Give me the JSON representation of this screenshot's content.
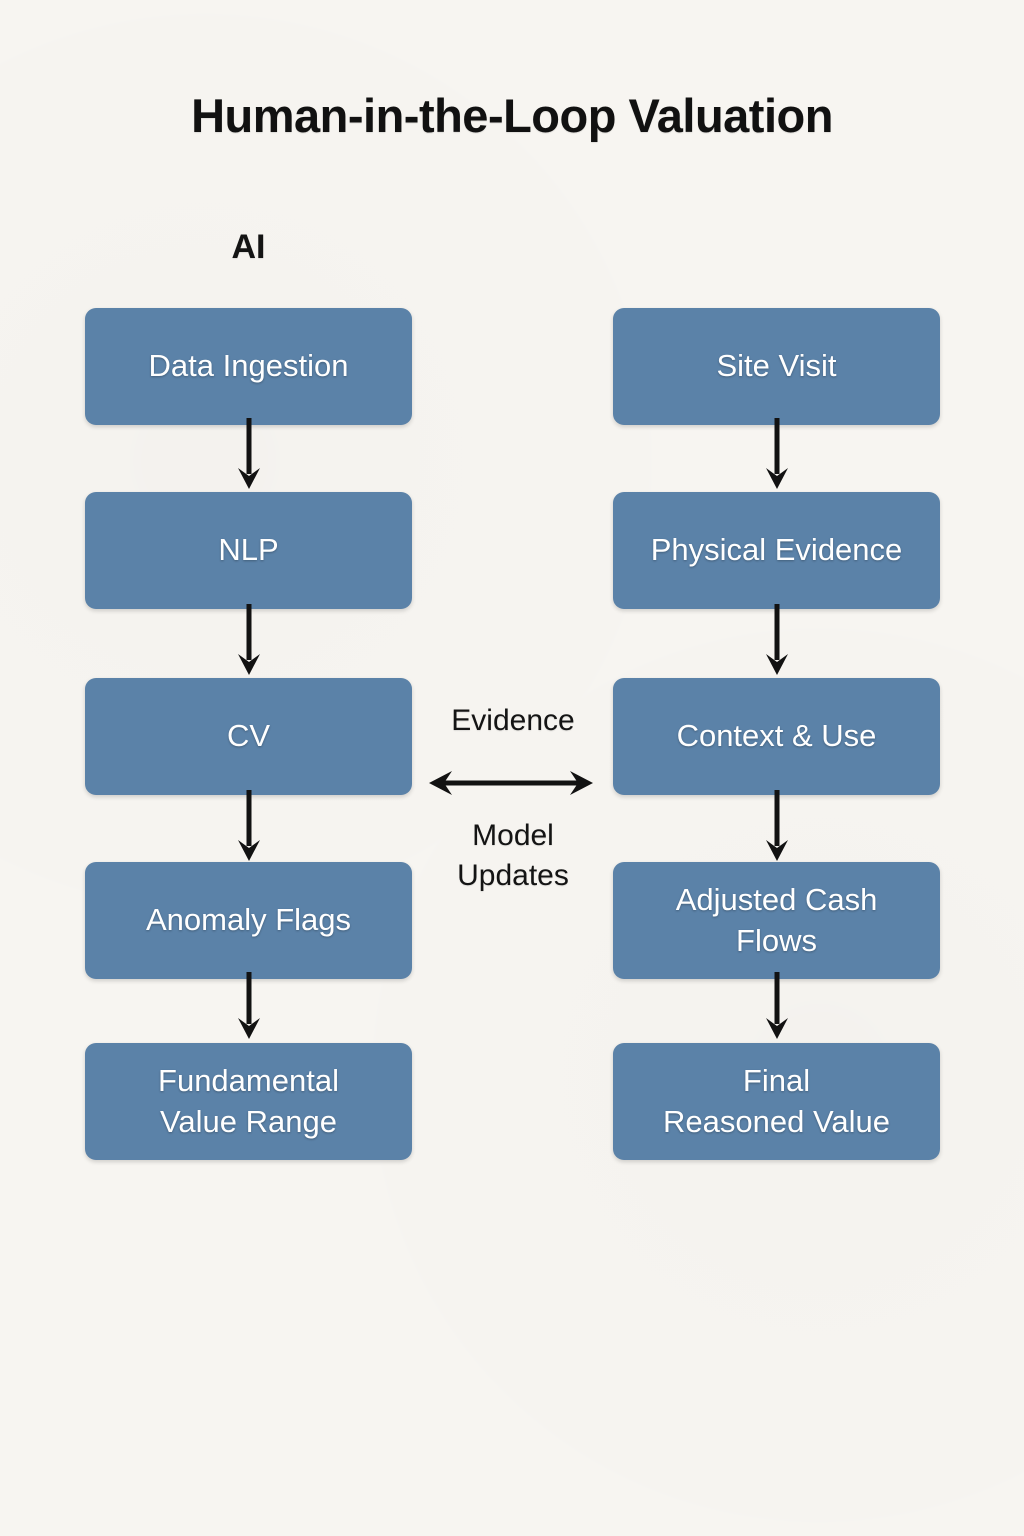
{
  "diagram": {
    "title": "Human-in-the-Loop Valuation",
    "background_color": "#f7f5f1",
    "node_color": "#5b82a8",
    "node_text_color": "#ffffff",
    "arrow_color": "#121212",
    "columns": [
      {
        "header": "AI",
        "nodes": [
          {
            "label": "Data Ingestion"
          },
          {
            "label": "NLP"
          },
          {
            "label": "CV"
          },
          {
            "label": "Anomaly Flags"
          },
          {
            "label": "Fundamental\nValue Range"
          }
        ]
      },
      {
        "header": "",
        "nodes": [
          {
            "label": "Site Visit"
          },
          {
            "label": "Physical Evidence"
          },
          {
            "label": "Context & Use"
          },
          {
            "label": "Adjusted Cash\nFlows"
          },
          {
            "label": "Final\nReasoned Value"
          }
        ]
      }
    ],
    "middle": {
      "top_label": "Evidence",
      "bottom_label": "Model\nUpdates",
      "connector": "bidirectional-arrow"
    }
  }
}
